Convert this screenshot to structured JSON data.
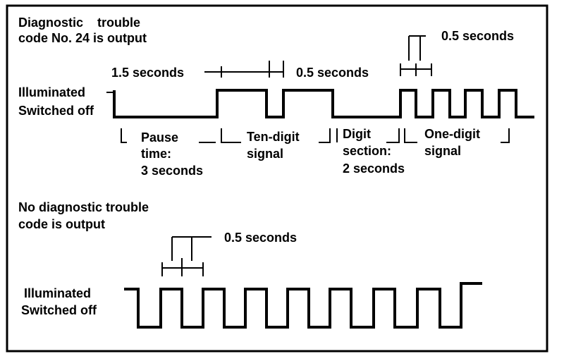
{
  "top": {
    "heading_line1": "Diagnostic    trouble",
    "heading_line2": "code No. 24 is output",
    "dim_pause": "1.5 seconds",
    "dim_gap": "0.5 seconds",
    "dim_pulse": "0.5 seconds",
    "level_high": "Illuminated",
    "level_low": "Switched off",
    "pause_lines": [
      "Pause",
      "time:",
      "3 seconds"
    ],
    "ten_digit_lines": [
      "Ten-digit",
      "signal"
    ],
    "digit_section_lines": [
      "Digit",
      "section:",
      "2 seconds"
    ],
    "one_digit_lines": [
      "One-digit",
      "signal"
    ]
  },
  "bottom": {
    "heading_line1": "No diagnostic trouble",
    "heading_line2": "code is output",
    "dim_pulse": "0.5 seconds",
    "level_high": "Illuminated",
    "level_low": "Switched off"
  }
}
